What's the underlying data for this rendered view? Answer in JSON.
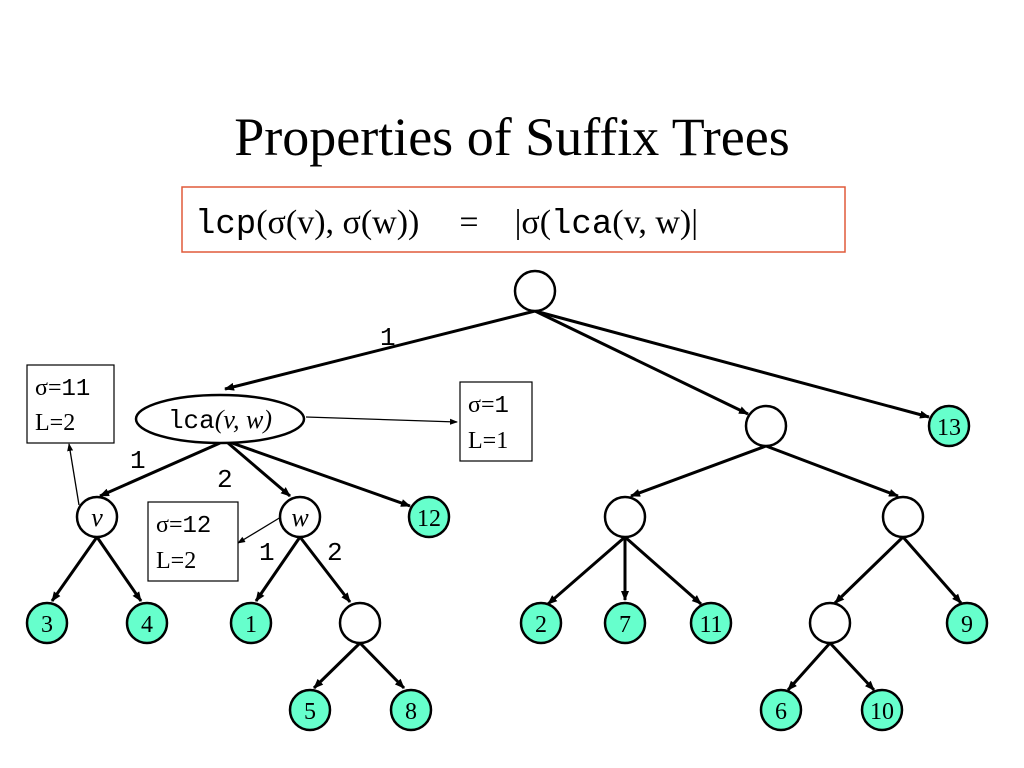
{
  "title": "Properties of Suffix Trees",
  "formula": {
    "lcp": "lcp",
    "lhs_args": "(σ(v), σ(w))",
    "eq": "=",
    "bar_open": "|σ(",
    "lca": "lca",
    "rhs_args": "(v, w)|"
  },
  "colors": {
    "leaf_fill": "#66FFCC",
    "formula_border": "#E05A3A",
    "stroke": "#000000"
  },
  "nodes": {
    "lca_word": "lca",
    "lca_args": "(v, w)",
    "v": "v",
    "w": "w",
    "leaves": [
      "3",
      "4",
      "1",
      "5",
      "8",
      "12",
      "13",
      "2",
      "7",
      "11",
      "6",
      "10",
      "9"
    ]
  },
  "edge_labels": {
    "root_to_lca": "1",
    "lca_to_v": "1",
    "lca_to_w": "2",
    "w_to_1": "1",
    "w_to_inner": "2"
  },
  "boxes": {
    "sigma11": {
      "sigma": "σ=",
      "value": "11",
      "L": "L=2"
    },
    "sigma1": {
      "sigma": "σ=",
      "value": "1",
      "L": "L=1"
    },
    "sigma12": {
      "sigma": "σ=",
      "value": "12",
      "L": "L=2"
    }
  }
}
